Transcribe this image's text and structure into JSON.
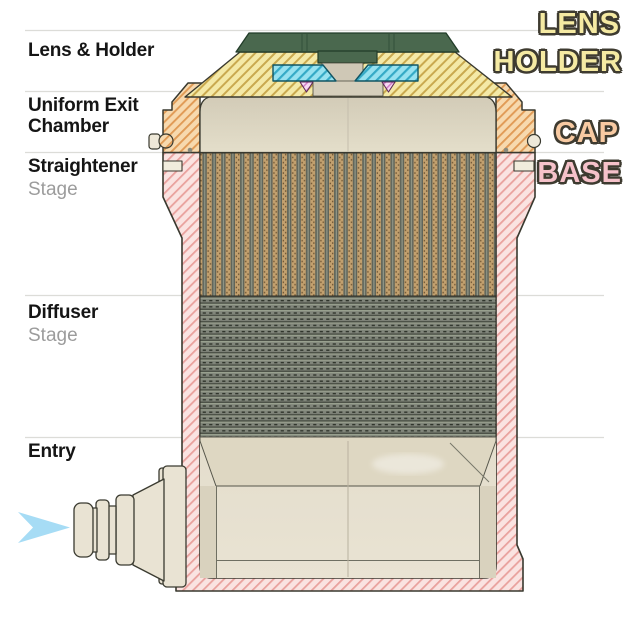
{
  "sections": [
    {
      "label": "Lens & Holder",
      "sublabel": ""
    },
    {
      "label": "Uniform Exit Chamber",
      "sublabel": ""
    },
    {
      "label": "Straightener",
      "sublabel": "Stage"
    },
    {
      "label": "Diffuser",
      "sublabel": "Stage"
    },
    {
      "label": "Entry",
      "sublabel": ""
    }
  ],
  "parts": [
    {
      "label": "LENS",
      "color": "#f5eaa3"
    },
    {
      "label": "HOLDER",
      "color": "#f5eaa3"
    },
    {
      "label": "CAP",
      "color": "#f8caa2"
    },
    {
      "label": "BASE",
      "color": "#f6c2ca"
    }
  ],
  "icons": {
    "entry_flow_arrow": "right-pointing flow arrow"
  },
  "materials": {
    "outline": "#39392f",
    "lens_top_green": "#4a684e",
    "lens_glass_cyan": "#98e2f0",
    "holder_yellow": "#f4e9a7",
    "cap_orange": "#f7d9ae",
    "base_pink": "#fae3e1",
    "oring_magenta": "#f7d8f3",
    "body_beige": "#e2dbc8",
    "straightener_bar": "#60655a",
    "straightener_tan": "#c2a06e",
    "diffuser_gray_green": "#80857a",
    "flow_arrow_blue": "#a6dcf5",
    "guide_line": "#dcdcd8"
  }
}
